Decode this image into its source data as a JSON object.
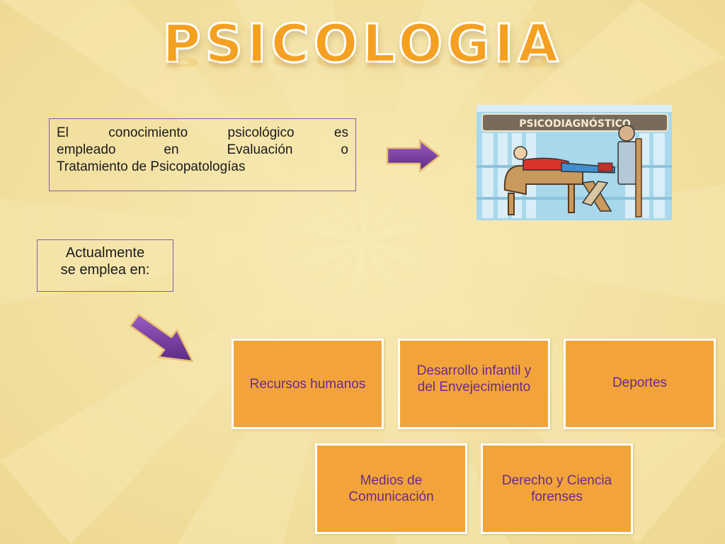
{
  "title": "PSICOLOGIA",
  "intro": {
    "line1": [
      "El",
      "conocimiento",
      "psicológico",
      "es"
    ],
    "line2": [
      "empleado",
      "en",
      "Evaluación",
      "o"
    ],
    "line3": "Tratamiento de Psicopatologías"
  },
  "current": {
    "line1": "Actualmente",
    "line2": "se emplea en:"
  },
  "image_sign": "PSICODIAGNÓSTICO",
  "areas": [
    {
      "line1": "Recursos humanos",
      "line2": ""
    },
    {
      "line1": "Desarrollo infantil y",
      "line2": "del Envejecimiento"
    },
    {
      "line1": "Deportes",
      "line2": ""
    },
    {
      "line1": "Medios de",
      "line2": "Comunicación"
    },
    {
      "line1": "Derecho y Ciencia",
      "line2": "forenses"
    }
  ],
  "colors": {
    "background": "#f4e3a6",
    "title": "#f4a020",
    "box_fill": "#f2a43a",
    "box_text": "#6b2a8a",
    "arrow": "#7b3fa0",
    "frame": "#8a5aa8"
  },
  "icons": [
    "right-arrow-icon",
    "down-right-arrow-icon"
  ]
}
